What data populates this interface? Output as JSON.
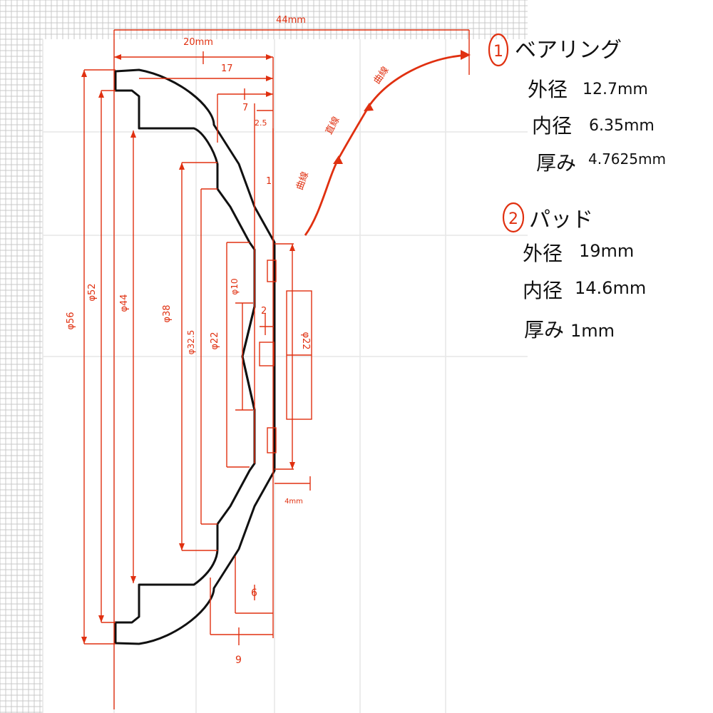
{
  "colors": {
    "ink": "#111111",
    "markup": "#e03010",
    "grid": "#c9c9c9",
    "paper": "#ffffff"
  },
  "dimensions": {
    "overall_width": "44mm",
    "partial_width": "20mm",
    "depth_17": "17",
    "depth_7": "7",
    "gap_2_5": "2.5",
    "offset_1": "1",
    "offset_2": "2",
    "bottom_6": "6",
    "bottom_9": "9",
    "pad_thickness": "4mm",
    "dia_56": "φ56",
    "dia_52": "φ52",
    "dia_44": "φ44",
    "dia_38": "φ38",
    "dia_32_5": "φ32.5",
    "dia_22_left": "φ22",
    "dia_10": "φ10",
    "dia_22_right": "φ22"
  },
  "path_labels": {
    "curve_lower": "曲線",
    "straight": "直線",
    "curve_upper": "曲線"
  },
  "notes": {
    "bearing": {
      "number": "1",
      "title": "ベアリング",
      "rows": [
        {
          "label": "外径",
          "value": "12.7mm"
        },
        {
          "label": "内径",
          "value": "6.35mm"
        },
        {
          "label": "厚み",
          "value": "4.7625mm"
        }
      ]
    },
    "pad": {
      "number": "2",
      "title": "パッド",
      "rows": [
        {
          "label": "外径",
          "value": "19mm"
        },
        {
          "label": "内径",
          "value": "14.6mm"
        },
        {
          "label": "厚み",
          "value": "1mm"
        }
      ]
    }
  }
}
